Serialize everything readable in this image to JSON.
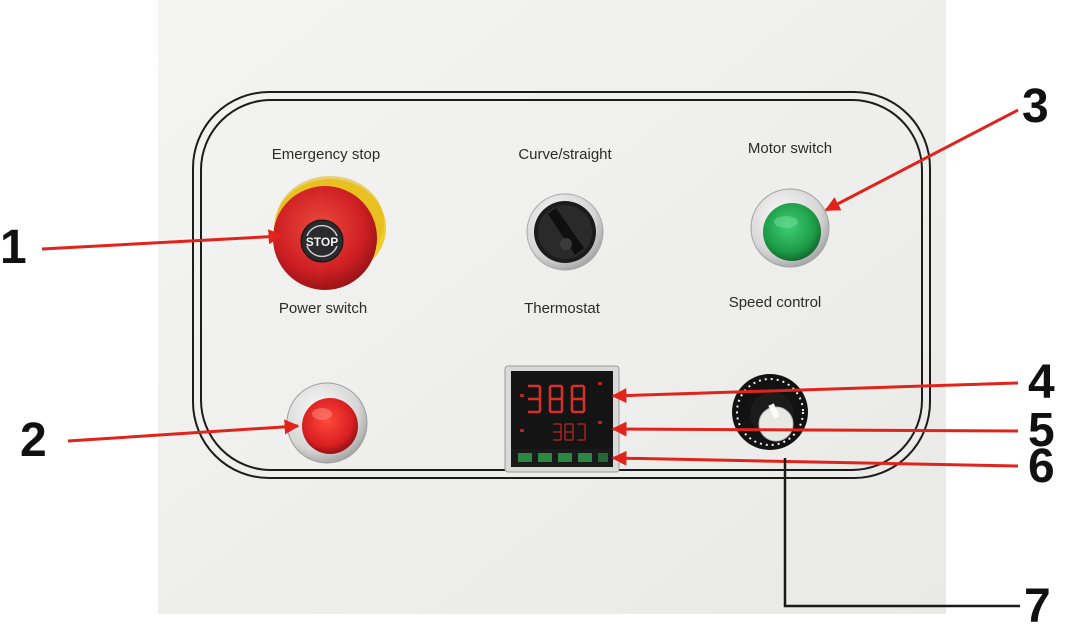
{
  "labels": {
    "emergency_stop": "Emergency stop",
    "curve_straight": "Curve/straight",
    "motor_switch": "Motor switch",
    "power_switch": "Power switch",
    "thermostat": "Thermostat",
    "speed_control": "Speed control"
  },
  "stop_button_text": "STOP",
  "callouts": [
    "1",
    "2",
    "3",
    "4",
    "5",
    "6",
    "7"
  ],
  "colors": {
    "arrow": "#e0241b",
    "panel": "#f1f1ef",
    "emergency_red": "#cf1f24",
    "emergency_ring": "#f0cc2a",
    "motor_green": "#1d9a46",
    "power_red": "#d81f22",
    "display_digits": "#e0322c"
  }
}
